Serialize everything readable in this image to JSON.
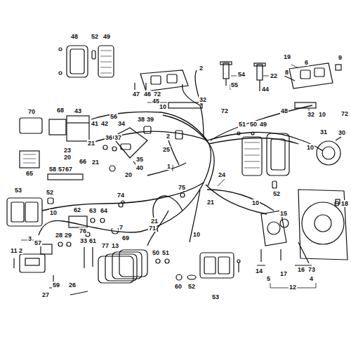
{
  "diagram": {
    "labels": [
      "48",
      "52",
      "49",
      "47",
      "46",
      "72",
      "45",
      "2",
      "54",
      "55",
      "22",
      "44",
      "19",
      "6",
      "9",
      "8",
      "32",
      "10",
      "72",
      "32",
      "10",
      "72",
      "56",
      "38",
      "39",
      "41",
      "42",
      "34",
      "36",
      "37",
      "35",
      "40",
      "21",
      "21",
      "20",
      "25",
      "23",
      "20",
      "2",
      "1",
      "70",
      "68",
      "43",
      "65",
      "58",
      "57",
      "67",
      "66",
      "51",
      "50",
      "49",
      "48",
      "52",
      "10",
      "31",
      "30",
      "18",
      "24",
      "75",
      "10",
      "21",
      "74",
      "62",
      "63",
      "64",
      "52",
      "53",
      "10",
      "3",
      "28",
      "29",
      "57",
      "11",
      "2",
      "59",
      "27",
      "26",
      "76",
      "7",
      "33",
      "61",
      "77",
      "13",
      "69",
      "71",
      "21",
      "10",
      "50",
      "51",
      "60",
      "52",
      "53",
      "15",
      "14",
      "5",
      "17",
      "16",
      "73",
      "4",
      "12"
    ]
  }
}
